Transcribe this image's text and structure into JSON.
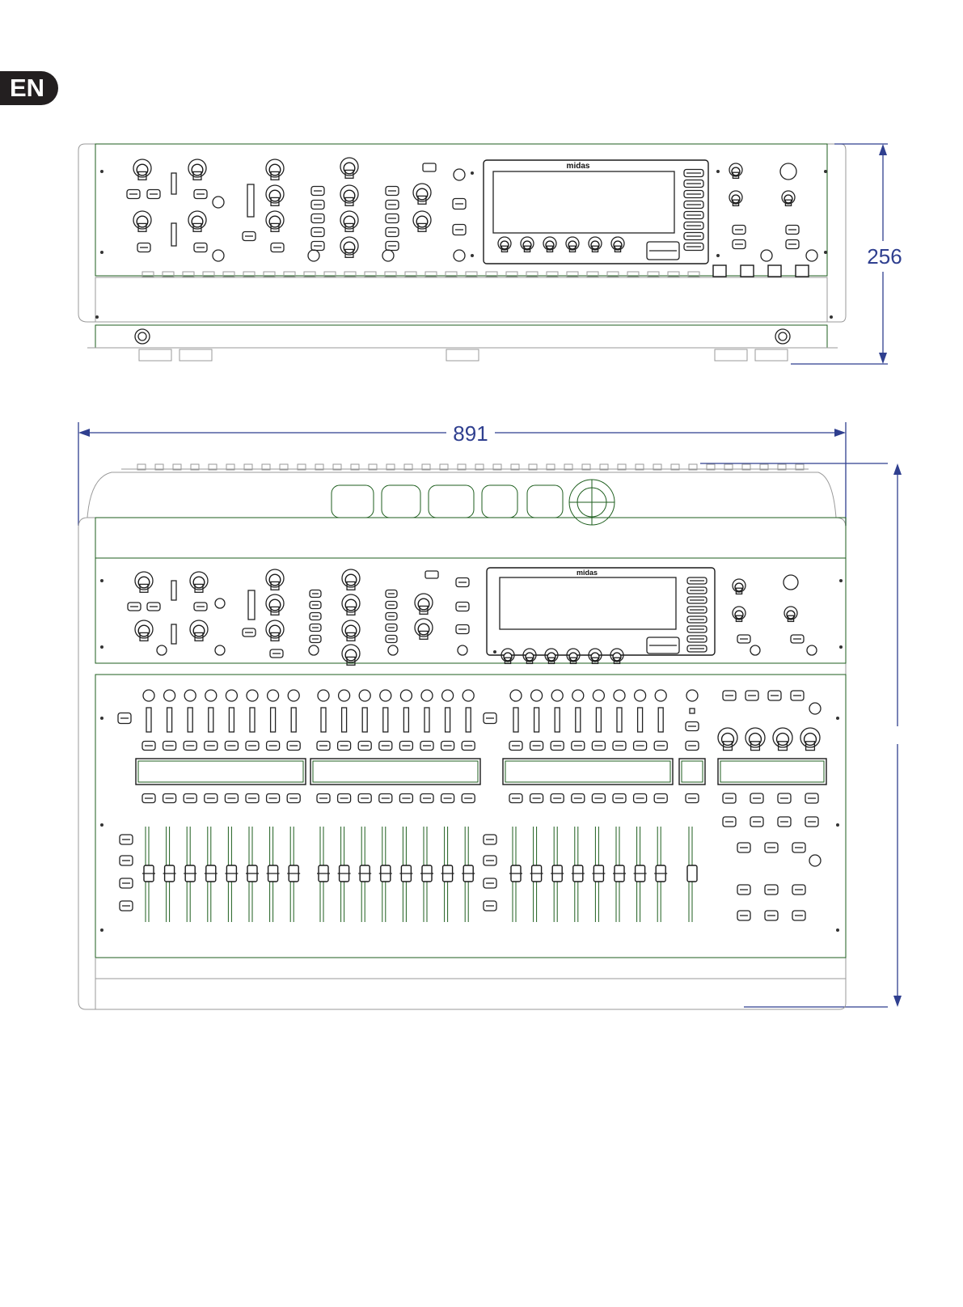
{
  "language_badge": "EN",
  "brand_logo": "midas",
  "dimensions": {
    "height_label": "256",
    "width_label": "891"
  },
  "colors": {
    "outline_green": "#1d5e1d",
    "dimension_blue": "#2f3f8f",
    "badge_bg": "#231f20"
  },
  "views": [
    {
      "name": "front-elevation-view"
    },
    {
      "name": "top-plan-view"
    }
  ]
}
